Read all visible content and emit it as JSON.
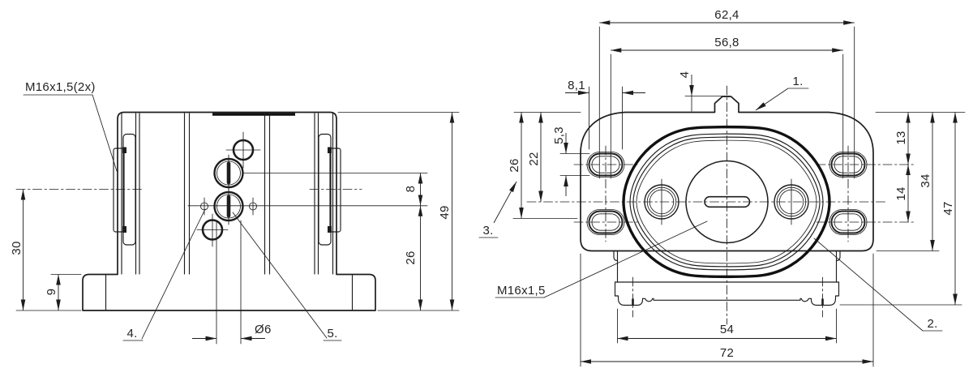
{
  "drawing": {
    "colors": {
      "line": "#1d1d1d",
      "background": "#ffffff"
    },
    "side_view": {
      "thread_label": "M16x1,5(2x)",
      "dim_boss_height": "30",
      "dim_base_height": "9",
      "dim_hole_spacing": "8",
      "dim_axis_height": "26",
      "dim_total_height": "49",
      "dim_hole_dia": "Ø6",
      "callout_4": "4.",
      "callout_5": "5."
    },
    "front_view": {
      "dim_slot_outer_span": "62,4",
      "dim_slot_inner_span": "56,8",
      "dim_slot_length": "8,1",
      "dim_tab_height": "4",
      "dim_slot_width": "5,3",
      "dim_top_to_axis": "22",
      "dim_top_to_port": "26",
      "dim_top_to_hole": "13",
      "dim_hole_pitch": "14",
      "dim_flange_height": "34",
      "dim_total_height": "47",
      "dim_body_width": "54",
      "dim_flange_width": "72",
      "thread_label": "M16x1,5",
      "callout_1": "1.",
      "callout_2": "2.",
      "callout_3": "3."
    }
  }
}
